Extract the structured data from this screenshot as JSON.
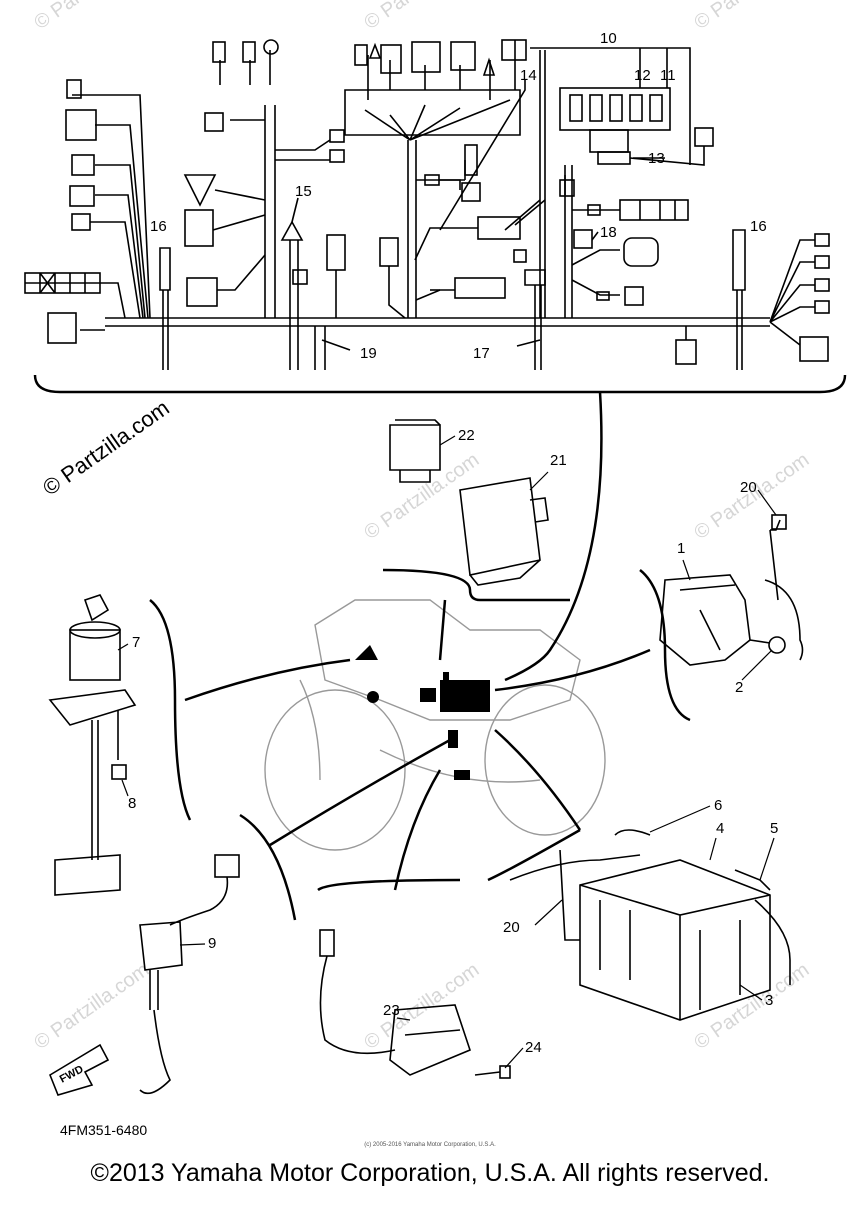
{
  "diagram": {
    "callouts": [
      "1",
      "2",
      "3",
      "4",
      "5",
      "6",
      "7",
      "8",
      "9",
      "10",
      "11",
      "12",
      "13",
      "14",
      "15",
      "16",
      "16",
      "17",
      "18",
      "19",
      "20",
      "20",
      "21",
      "22",
      "23",
      "24"
    ],
    "fwd_label": "FWD",
    "part_code": "4FM351-6480",
    "watermark_main": "© Partzilla.com",
    "watermark_small": "© Partzilla.com",
    "tiny_notice": "(c) 2005-2016 Yamaha Motor Corporation, U.S.A.",
    "copyright": "©2013 Yamaha Motor Corporation, U.S.A. All rights reserved."
  },
  "colors": {
    "ink": "#000000",
    "watermark": "#bbbbbb",
    "background": "#ffffff"
  }
}
